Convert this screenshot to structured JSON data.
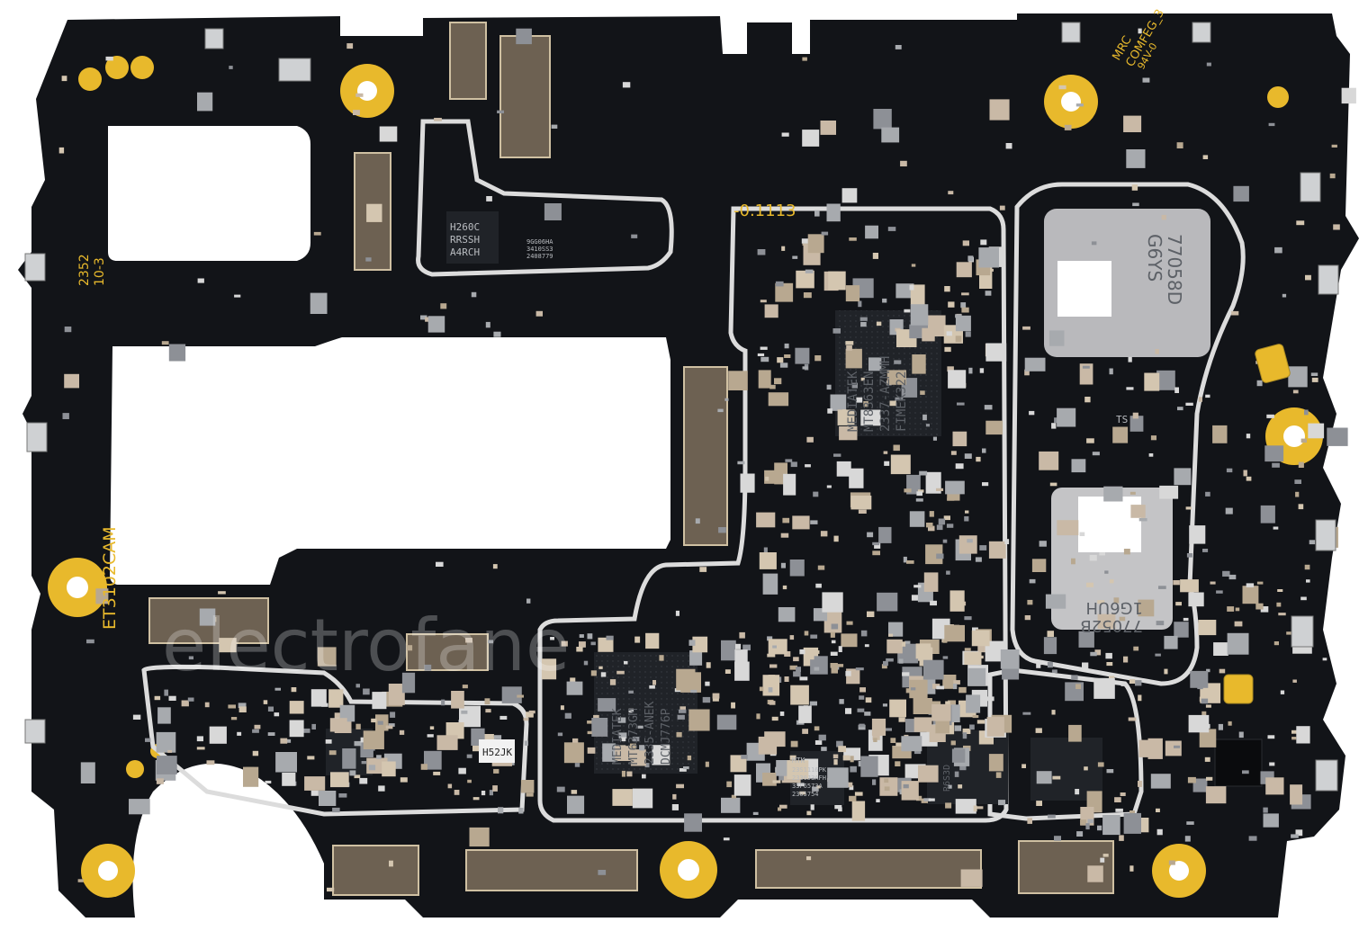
{
  "image": {
    "subject": "smartphone-mainboard",
    "colors": {
      "pcb": "#121418",
      "gold": "#e8b92c",
      "shield_frame": "#d8d8d8",
      "chip": "#2a2d33",
      "shield_can": "#b9b9bc",
      "component": "#c9b9a6",
      "background": "#ffffff"
    }
  },
  "silkscreen": {
    "board_code": "ET3102CAM",
    "date_line1": "2352",
    "date_line2": "10-3",
    "label_top": "-0.1113",
    "mrc": "MRC",
    "comfe": "COMFEG_3",
    "rating": "94V-0",
    "ts": "TS",
    "watermark": "electrofane"
  },
  "chips": {
    "soc": {
      "line1": "MEDIATEK",
      "line2": "MT8363EN",
      "line3": "2337-AZMMH",
      "line4": "FIMEK322"
    },
    "pmic": {
      "line1": "MEDIATEK",
      "line2": "MT6373GM",
      "line3": "2335-ANEK",
      "line4": "DCMJ776P"
    },
    "small_chip": {
      "line1": "H260C",
      "line2": "RRSSH",
      "line3": "A4RCH"
    },
    "small_chip_side": {
      "line1": "9GG06HA",
      "line2": "3410SS3",
      "line3": "2408779"
    },
    "mtk_chip": {
      "line1": "MTK",
      "line2": "23S1116PK",
      "line3": "2330J3AFH",
      "line4": "33P6573A",
      "line5": "2305754"
    },
    "tiny_chip": {
      "label": "H52JK"
    },
    "rf_chip": {
      "label": "R6S3D"
    }
  },
  "shields": {
    "upper": {
      "line1": "77058D",
      "line2": "G6YS"
    },
    "lower": {
      "line1": "77052B",
      "line2": "1G6UH"
    }
  }
}
